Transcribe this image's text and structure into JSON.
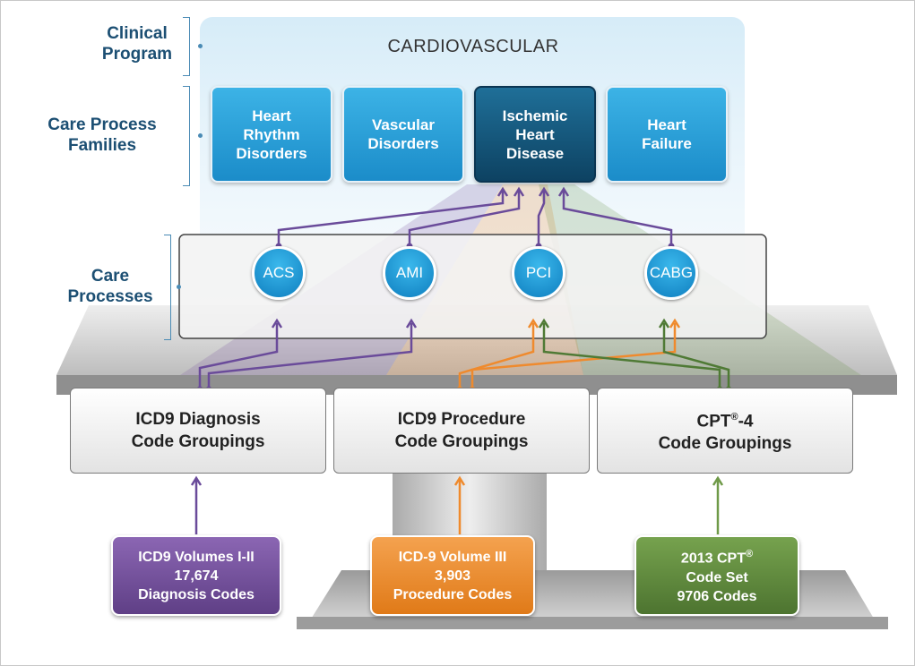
{
  "labels": {
    "clinical_program": "Clinical\nProgram",
    "care_process_families": "Care Process\nFamilies",
    "care_processes": "Care\nProcesses"
  },
  "program_title": "CARDIOVASCULAR",
  "families": [
    {
      "label": "Heart\nRhythm\nDisorders"
    },
    {
      "label": "Vascular\nDisorders"
    },
    {
      "label": "Ischemic\nHeart\nDisease",
      "selected": true
    },
    {
      "label": "Heart\nFailure"
    }
  ],
  "processes": [
    "ACS",
    "AMI",
    "PCI",
    "CABG"
  ],
  "groupings": [
    {
      "line1": "ICD9 Diagnosis",
      "line2": "Code Groupings"
    },
    {
      "line1": "ICD9 Procedure",
      "line2": "Code Groupings"
    },
    {
      "line1_a": "CPT",
      "line1_sup": "®",
      "line1_b": "-4",
      "line2": "Code Groupings"
    }
  ],
  "sources": [
    {
      "lines": [
        "ICD9 Volumes I-II",
        "17,674",
        "Diagnosis Codes"
      ],
      "color": "#7a55a0"
    },
    {
      "lines": [
        "ICD-9 Volume III",
        "3,903",
        "Procedure Codes"
      ],
      "color": "#ee8a2a"
    },
    {
      "line1_a": "2013 CPT",
      "line1_sup": "®",
      "lines_rest": [
        "Code Set",
        "9706 Codes"
      ],
      "color": "#5e8a3a"
    }
  ],
  "colors": {
    "purple": "#6a4b9a",
    "orange": "#ef8a2d",
    "green": "#4f7a35",
    "blue": "#1b8cc9",
    "navy": "#0d4262"
  }
}
